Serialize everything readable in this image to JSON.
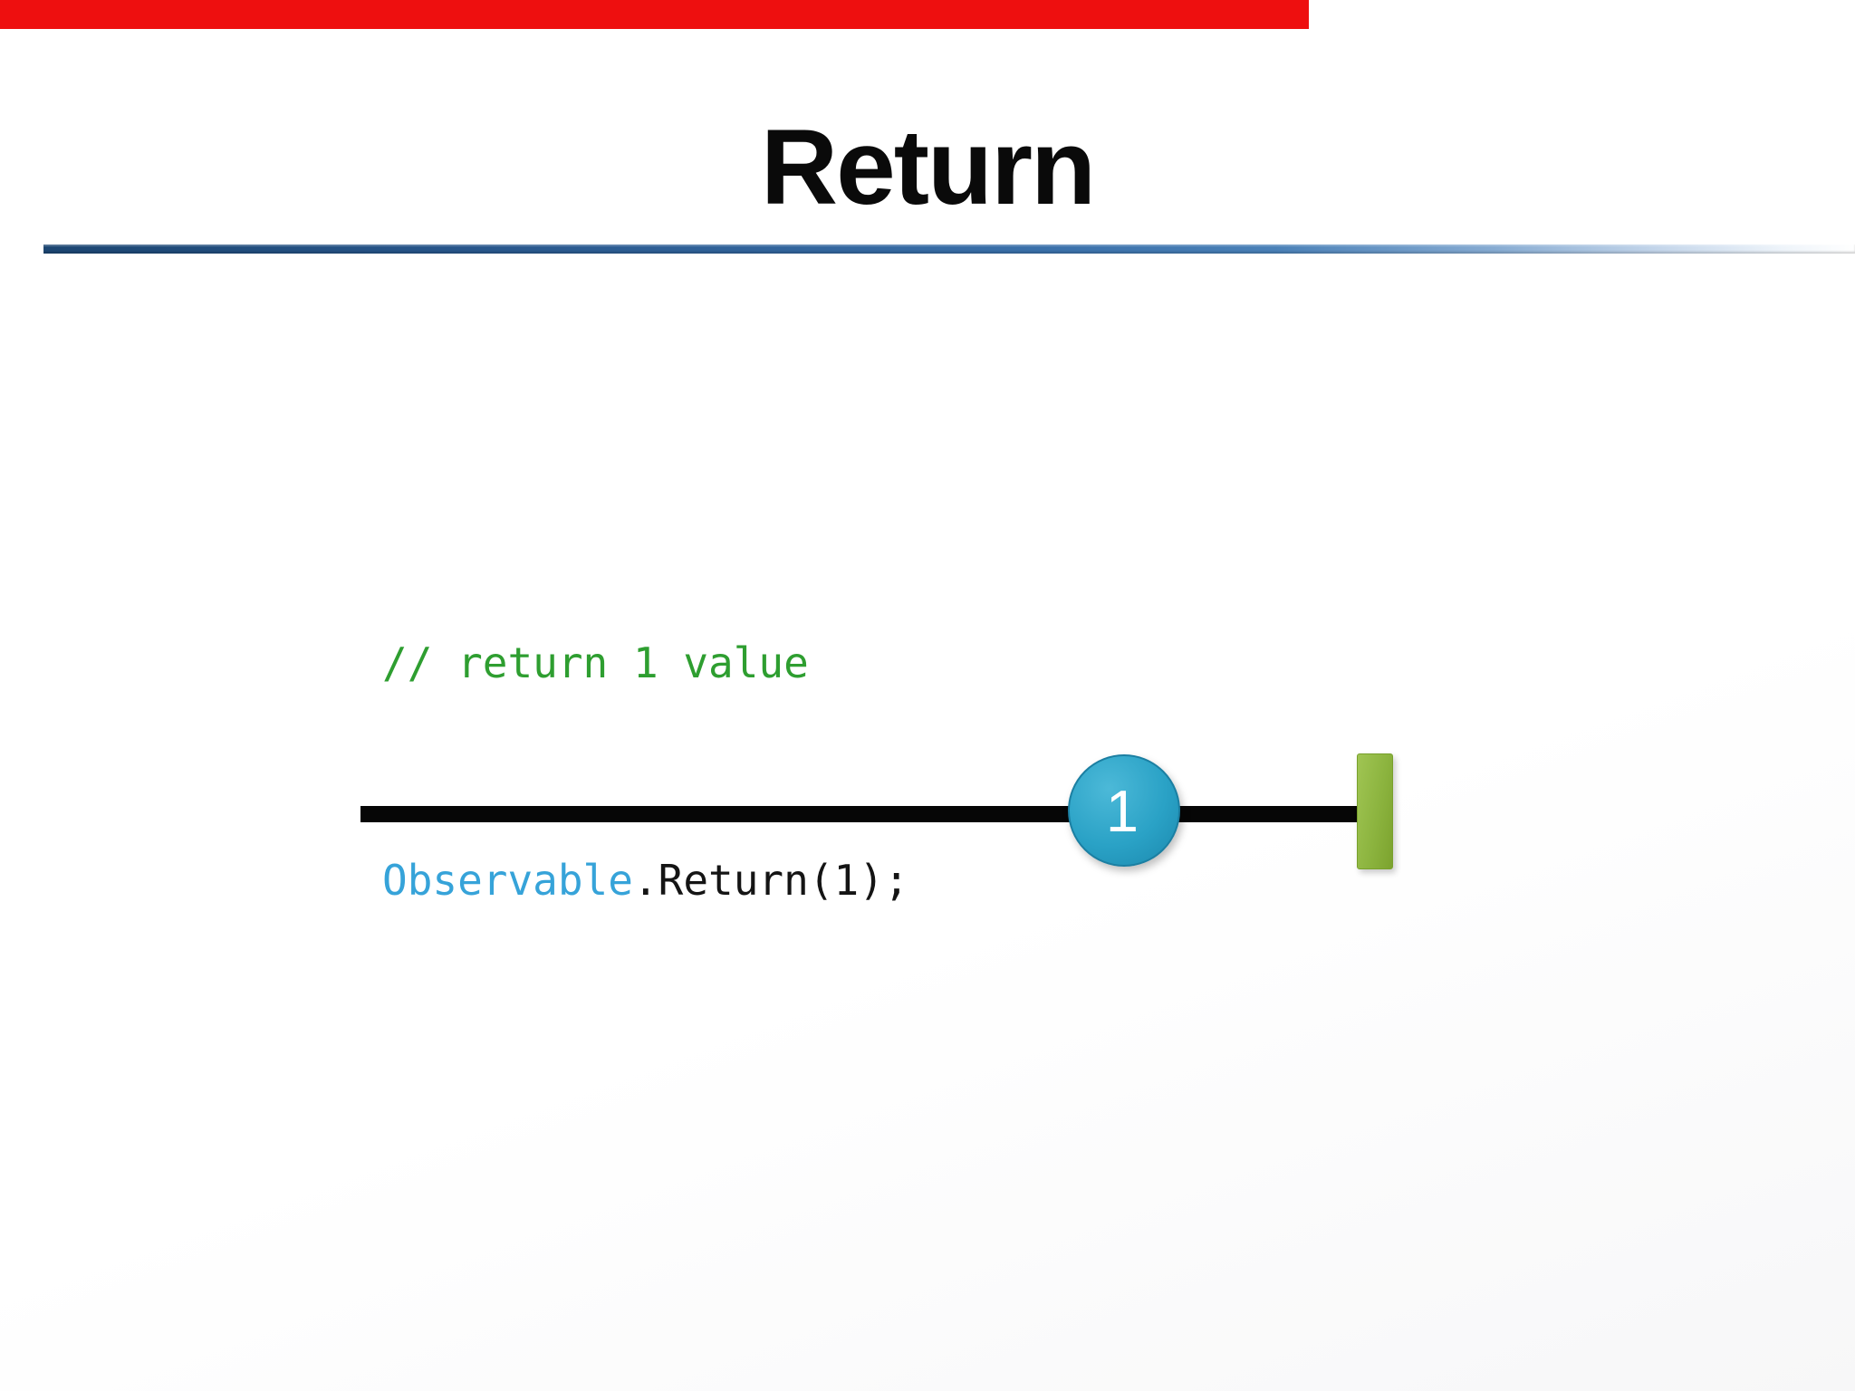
{
  "slide": {
    "title": "Return",
    "code": {
      "comment": "// return 1 value",
      "statement": {
        "type_name": "Observable",
        "member_call": ".Return(1);"
      }
    },
    "marble_diagram": {
      "emitted_value": "1"
    }
  },
  "video_player": {
    "progress_percent": 70.5
  },
  "colors": {
    "progress-red": "#ee0f0f",
    "title-black": "#0a0a0a",
    "underline-dark": "#1c4672",
    "underline-mid": "#3a70aa",
    "underline-fade": "#eef4fa",
    "comment-green": "#2e9e30",
    "type-blue": "#36a3d9",
    "code-black": "#141414",
    "timeline-black": "#060606",
    "marble-top": "#4cb9d8",
    "marble-mid": "#2aa2c6",
    "marble-deep": "#1d8bb0",
    "marble-rim": "#1b7fa2",
    "marble-text": "#ffffff",
    "complete-light": "#a0c553",
    "complete-mid": "#8cb43f",
    "complete-dark": "#7ca32e"
  }
}
